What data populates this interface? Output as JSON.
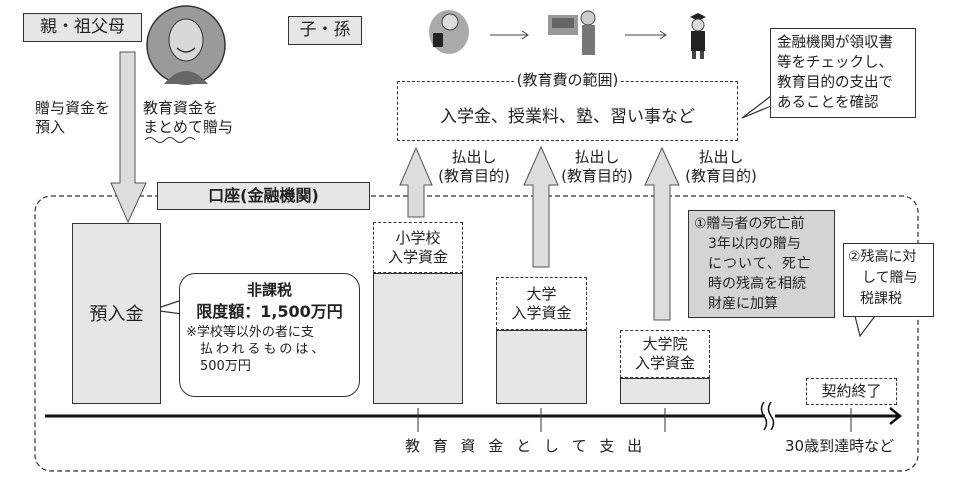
{
  "labels": {
    "parents": "親・祖父母",
    "children": "子・孫",
    "deposit_gift_fund": [
      "贈与資金を",
      "預入"
    ],
    "lump_sum_gift": [
      "教育資金を",
      "まとめて贈与"
    ],
    "account": "口座(金融機関)",
    "deposit": "預入金",
    "scope_title": "(教育費の範囲)",
    "scope_items": "入学金、授業料、塾、習い事など",
    "withdrawal": [
      "払出し",
      "(教育目的)"
    ],
    "bank_check": [
      "金融機関が領収書",
      "等をチェックし、",
      "教育目的の支出で",
      "あることを確認"
    ]
  },
  "tax_free": {
    "title": "非課税",
    "limit": "限度額：1,500万円",
    "note": [
      "※学校等以外の者に支",
      "払われるものは、",
      "500万円"
    ]
  },
  "columns": [
    {
      "label": [
        "小学校",
        "入学資金"
      ]
    },
    {
      "label": [
        "大学",
        "入学資金"
      ]
    },
    {
      "label": [
        "大学院",
        "入学資金"
      ]
    }
  ],
  "note1": [
    "①贈与者の死亡前",
    "3年以内の贈与",
    "について、死亡",
    "時の残高を相続",
    "財産に加算"
  ],
  "note2": [
    "②残高に対",
    "して贈与",
    "税課税"
  ],
  "timeline": {
    "contract_end": "契約終了",
    "spent_label": "教 育 資 金 と し て 支 出",
    "end_condition": "30歳到達時など"
  },
  "colors": {
    "gray_fill": "#e6e6e6",
    "dark_fill": "#d4d4d4",
    "line": "#222222"
  }
}
